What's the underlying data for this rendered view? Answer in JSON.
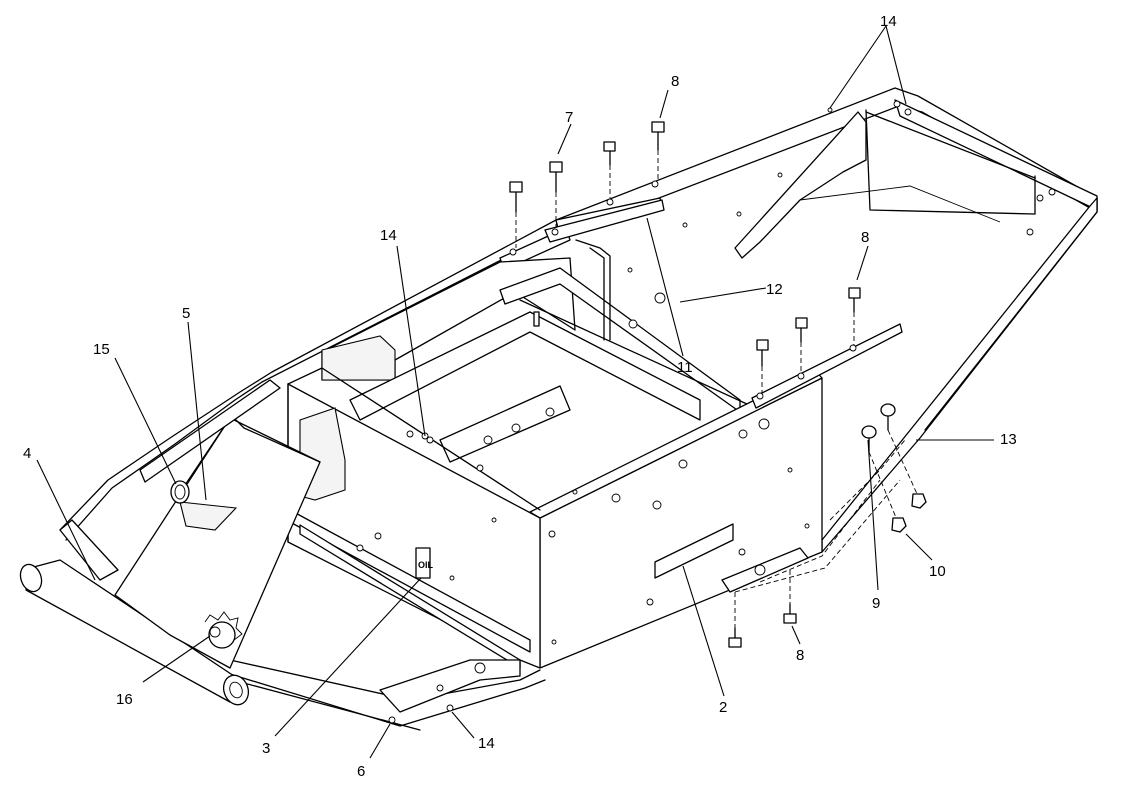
{
  "diagram": {
    "type": "exploded parts illustration",
    "callouts": {
      "c2": "2",
      "c3": "3",
      "c4": "4",
      "c5": "5",
      "c6": "6",
      "c7": "7",
      "c8": "8",
      "c9": "9",
      "c10": "10",
      "c11": "11",
      "c12": "12",
      "c13": "13",
      "c14": "14",
      "c15": "15",
      "c16": "16"
    },
    "decal_text": "OIL"
  }
}
